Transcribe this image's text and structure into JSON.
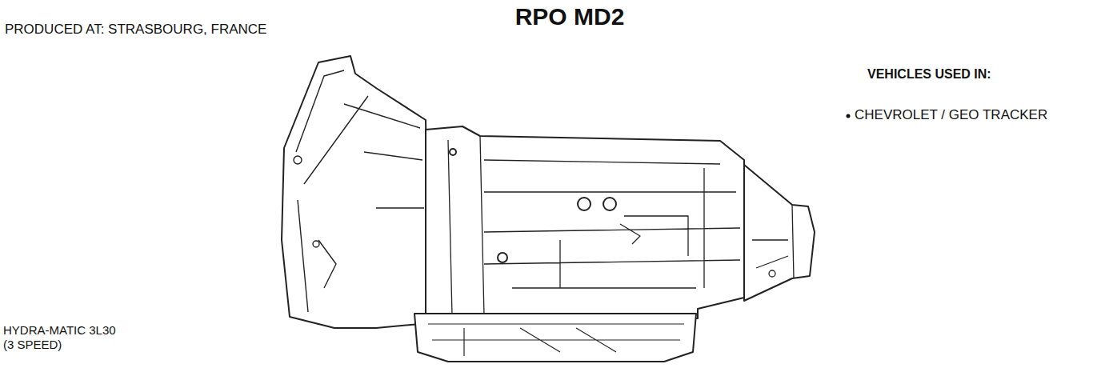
{
  "diagram": {
    "title": "RPO MD2",
    "labels": [
      "PRODUCED AT: STRASBOURG, FRANCE",
      "VEHICLES USED IN:",
      "CHEVROLET / GEO TRACKER",
      "HYDRA-MATIC 3L30",
      "(3 SPEED)"
    ]
  }
}
